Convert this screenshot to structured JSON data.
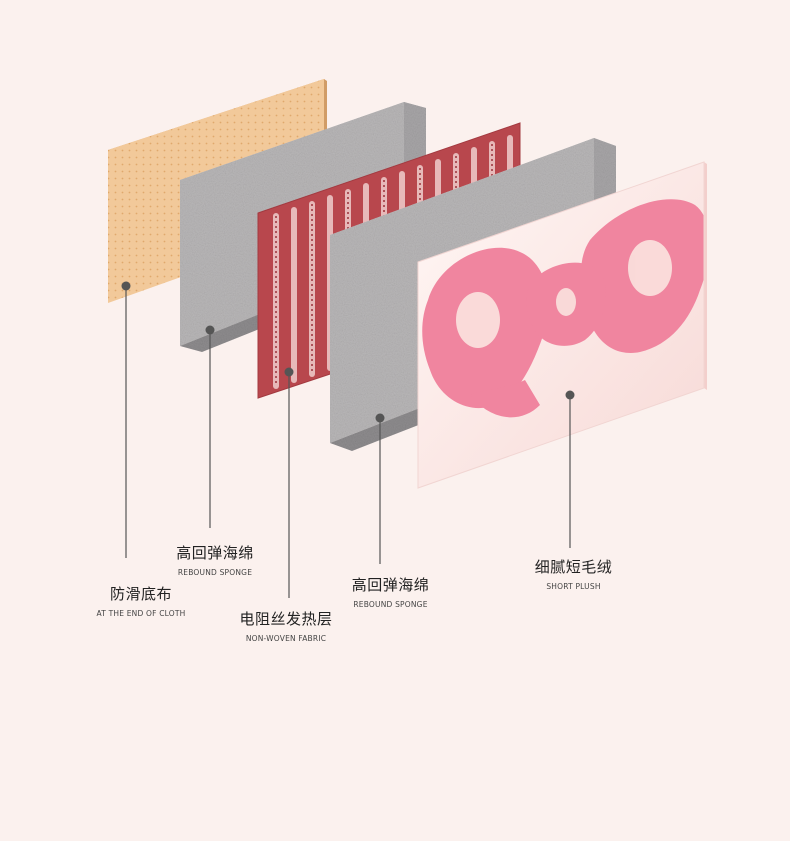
{
  "layers": [
    {
      "id": "non-slip-base",
      "title_cn": "防滑底布",
      "title_en": "AT THE END OF CLOTH"
    },
    {
      "id": "rebound-sponge-1",
      "title_cn": "高回弹海绵",
      "title_en": "REBOUND SPONGE"
    },
    {
      "id": "heating-wire-layer",
      "title_cn": "电阻丝发热层",
      "title_en": "NON-WOVEN FABRIC"
    },
    {
      "id": "rebound-sponge-2",
      "title_cn": "高回弹海绵",
      "title_en": "REBOUND SPONGE"
    },
    {
      "id": "short-plush",
      "title_cn": "细腻短毛绒",
      "title_en": "SHORT PLUSH"
    }
  ],
  "colors": {
    "background": "#fbf1ee",
    "base_cloth": "#f2c99a",
    "sponge": "#b9b7b8",
    "heating": "#b8474d",
    "plush_base": "#fbe3df",
    "bow_pink": "#f0859f",
    "leader_line": "#555555"
  }
}
